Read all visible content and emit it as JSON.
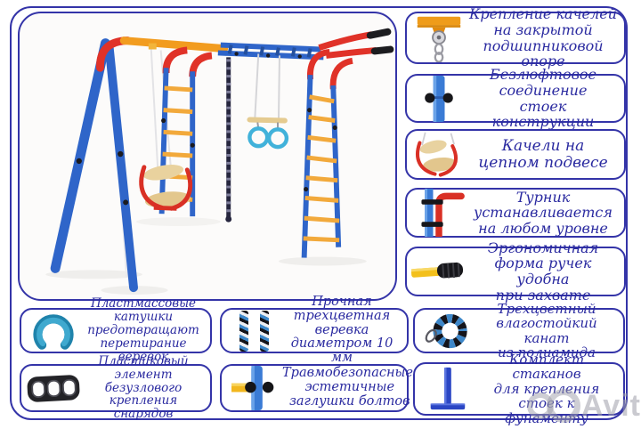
{
  "colors": {
    "border": "#3434a8",
    "text": "#2a2aa0",
    "pole_blue": "#2f65c9",
    "accent_red": "#e03228",
    "beam_orange": "#f29c1f",
    "rung_yellow": "#f2a93b",
    "ring_blue": "#41b2da",
    "seat_beige": "#e8d2a0",
    "watermark_gray": "#9e9eaa"
  },
  "main_panel": {
    "illustration": "playground-swing-set"
  },
  "right_callouts": [
    {
      "icon": "swing-bearing-mount-icon",
      "lines": [
        "Крепление качелей",
        "на закрытой",
        "подшипниковой опоре"
      ]
    },
    {
      "icon": "post-joint-icon",
      "lines": [
        "Безлюфтовое соединение",
        "стоек конструкции"
      ]
    },
    {
      "icon": "swing-seat-icon",
      "lines": [
        "Качели на",
        "цепном подвесе"
      ]
    },
    {
      "icon": "horizontal-bar-icon",
      "lines": [
        "Турник",
        "устанавливается",
        "на любом уровне"
      ]
    },
    {
      "icon": "handle-grip-icon",
      "lines": [
        "Эргономичная",
        "форма ручек удобна",
        "при захвате"
      ]
    }
  ],
  "bottom_callouts": [
    {
      "icon": "rope-spool-icon",
      "lines": [
        "Пластмассовые катушки",
        "предотвращают",
        "перетирание веревок"
      ]
    },
    {
      "icon": "rope-strands-icon",
      "lines": [
        "Прочная",
        "трехцветная веревка",
        "диаметром 10 мм"
      ]
    },
    {
      "icon": "coiled-rope-icon",
      "lines": [
        "Трехцветный",
        "влагостойкий канат",
        "из полиамида"
      ]
    },
    {
      "icon": "knotless-mount-icon",
      "lines": [
        "Пластиковый элемент",
        "безузлового крепления",
        "снарядов"
      ]
    },
    {
      "icon": "bolt-caps-icon",
      "lines": [
        "Травмобезопасные,",
        "эстетичные",
        "заглушки болтов"
      ]
    },
    {
      "icon": "ground-cups-icon",
      "lines": [
        "Комплект стаканов",
        "для крепления",
        "стоек к фунаменту"
      ]
    }
  ],
  "watermark": {
    "text": "Avito"
  }
}
